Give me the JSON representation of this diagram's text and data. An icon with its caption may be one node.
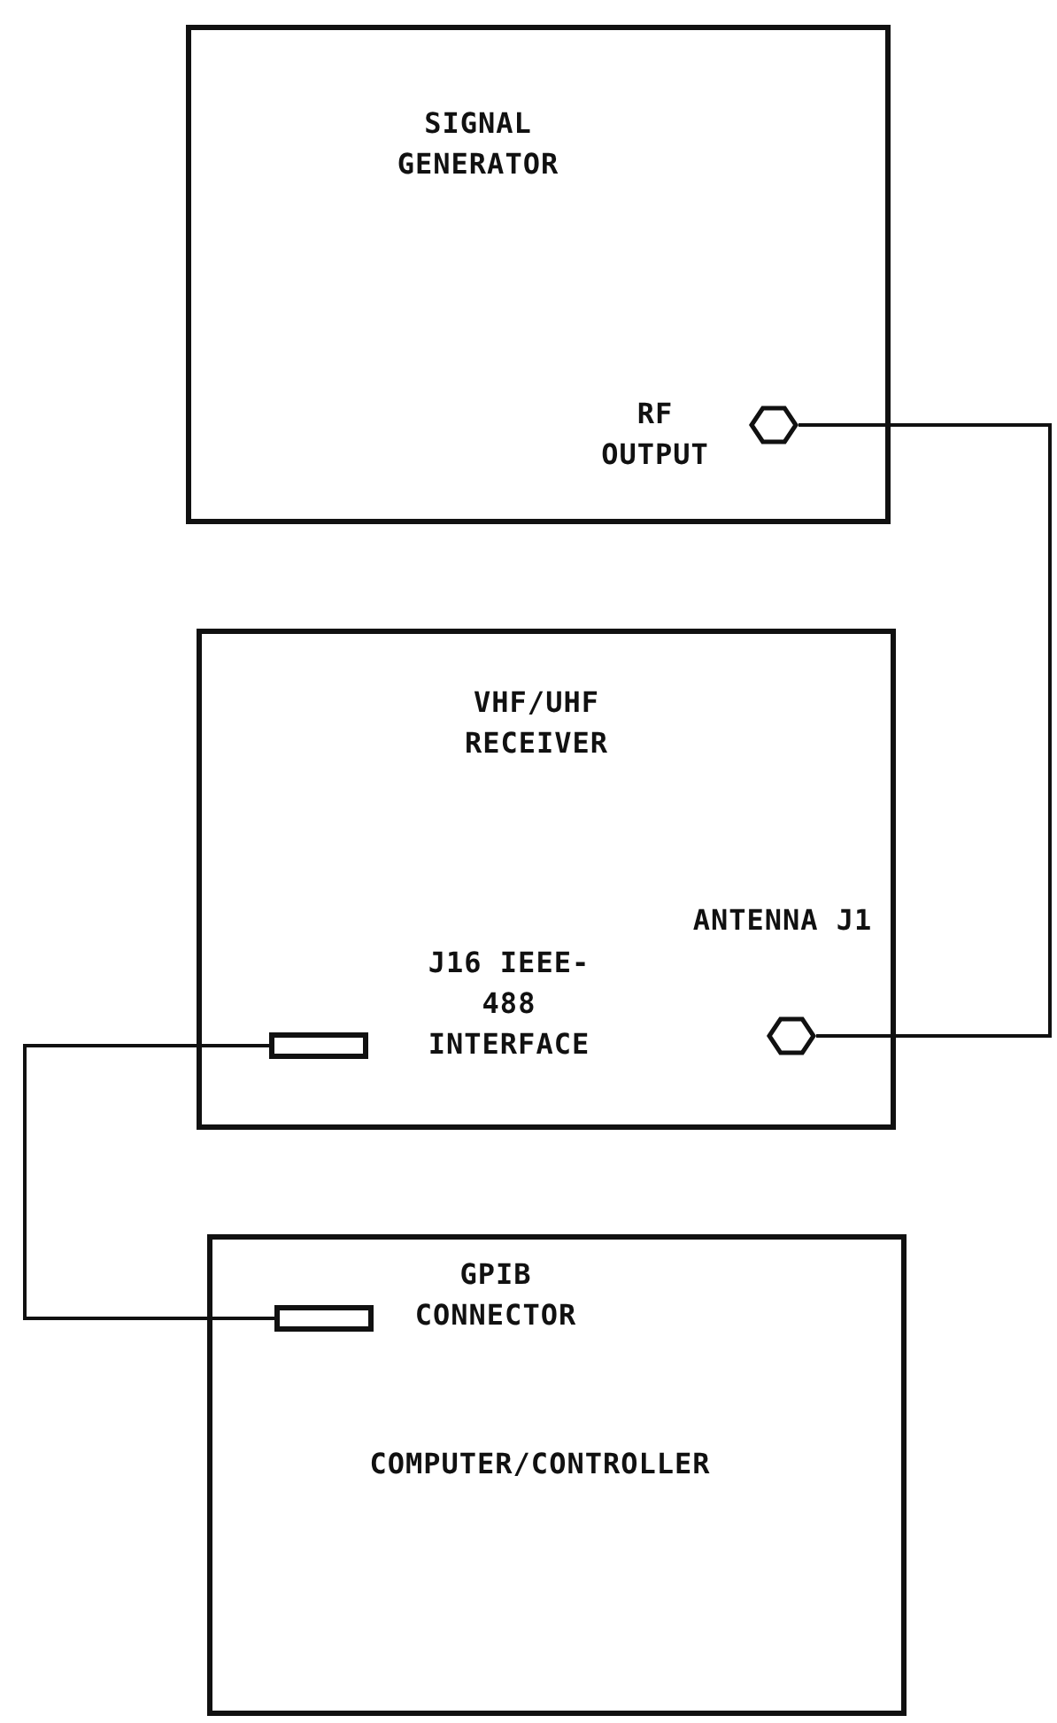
{
  "diagram": {
    "nodes": [
      {
        "text": [
          "SIGNAL GENERATOR"
        ]
      },
      {
        "text": [],
        "shape": "hexagon",
        "in": 0,
        "beside": [
          "RF OUTPUT"
        ]
      },
      {
        "text": [
          "VHF/UHF RECEIVER"
        ]
      },
      {
        "text": [],
        "shape": "hexagon",
        "in": 2,
        "beside": [
          "ANTENNA J1"
        ]
      },
      {
        "text": [],
        "shape": "bar",
        "in": 2,
        "beside": [
          "J16 IEEE-488 INTERFACE"
        ]
      },
      {
        "text": [
          "COMPUTER/CONTROLLER"
        ]
      },
      {
        "text": [],
        "shape": "bar",
        "in": 5,
        "beside": [
          "GPIB CONNECTOR"
        ]
      }
    ],
    "edges": [
      {
        "from": 1,
        "to": 3,
        "arrow": "none"
      },
      {
        "from": 4,
        "to": 6,
        "arrow": "none"
      }
    ]
  }
}
